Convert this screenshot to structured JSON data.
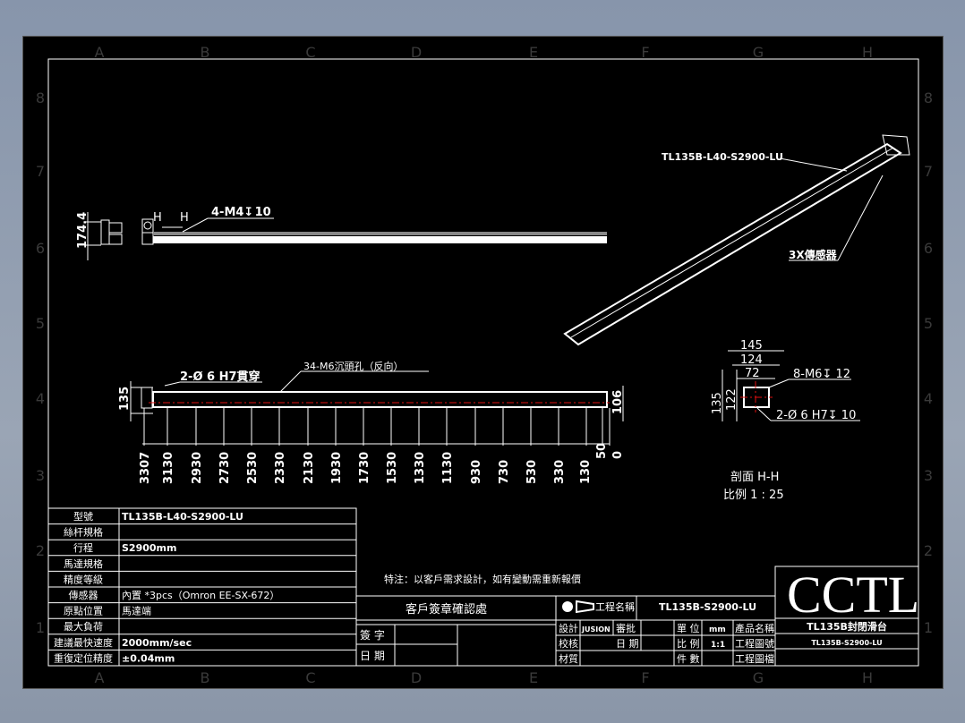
{
  "sheet": {
    "column_letters": [
      "A",
      "B",
      "C",
      "D",
      "E",
      "F",
      "G",
      "H"
    ],
    "row_numbers": [
      "8",
      "7",
      "6",
      "5",
      "4",
      "3",
      "2",
      "1"
    ]
  },
  "top_view": {
    "height_dim": "174.4",
    "section_marker": "H",
    "hole_callout": "4-M4↧ 10"
  },
  "front_view": {
    "pin_callout": "2-Ø 6  H7貫穿",
    "counterbore_callout": "34-M6沉頭孔（反向）",
    "height_dim_left": "135",
    "height_dim_right": "106",
    "position_dims": [
      "3307",
      "3130",
      "2930",
      "2730",
      "2530",
      "2330",
      "2130",
      "1930",
      "1730",
      "1530",
      "1330",
      "1130",
      "930",
      "730",
      "530",
      "330",
      "130",
      "50",
      "0"
    ]
  },
  "iso_view": {
    "model_label": "TL135B-L40-S2900-LU",
    "sensor_label": "3X傳感器"
  },
  "section_view": {
    "width_dims": [
      "145",
      "124",
      "72"
    ],
    "height_dims": [
      "135",
      "122"
    ],
    "thread_callout": "8-M6↧ 12",
    "pin_callout": "2-Ø 6  H7↧ 10",
    "title": "剖面 H-H",
    "scale": "比例 1 : 25"
  },
  "spec_table": [
    {
      "label": "型號",
      "value": "TL135B-L40-S2900-LU"
    },
    {
      "label": "絲杆規格",
      "value": ""
    },
    {
      "label": "行程",
      "value": "S2900mm"
    },
    {
      "label": "馬達規格",
      "value": ""
    },
    {
      "label": "精度等級",
      "value": ""
    },
    {
      "label": "傳感器",
      "value": "內置 *3pcs（Omron EE-SX-672）"
    },
    {
      "label": "原點位置",
      "value": "馬達端"
    },
    {
      "label": "最大負荷",
      "value": ""
    },
    {
      "label": "建議最快速度",
      "value": "2000mm/sec"
    },
    {
      "label": "重復定位精度",
      "value": "±0.04mm"
    }
  ],
  "note": "特注：以客戶需求設計，如有變動需重新報價",
  "approval": {
    "title": "客戶簽章確認處",
    "sign_label": "簽 字",
    "date_label": "日 期"
  },
  "title_block": {
    "project_label": "工程名稱",
    "project_value": "TL135B-S2900-LU",
    "design_label": "設計",
    "design_value": "JUSION",
    "approve_label": "審批",
    "check_label": "校核",
    "date_label": "日 期",
    "material_label": "材質",
    "unit_label": "單 位",
    "unit_value": "mm",
    "scale_label": "比 例",
    "scale_value": "1:1",
    "qty_label": "件 數",
    "product_name_label": "產品名稱",
    "product_name_value": "TL135B封閉滑台",
    "drawing_no_label": "工程圖號",
    "drawing_no_value": "TL135B-S2900-LU",
    "drawing_file_label": "工程圖檔",
    "logo": "CCTL"
  }
}
